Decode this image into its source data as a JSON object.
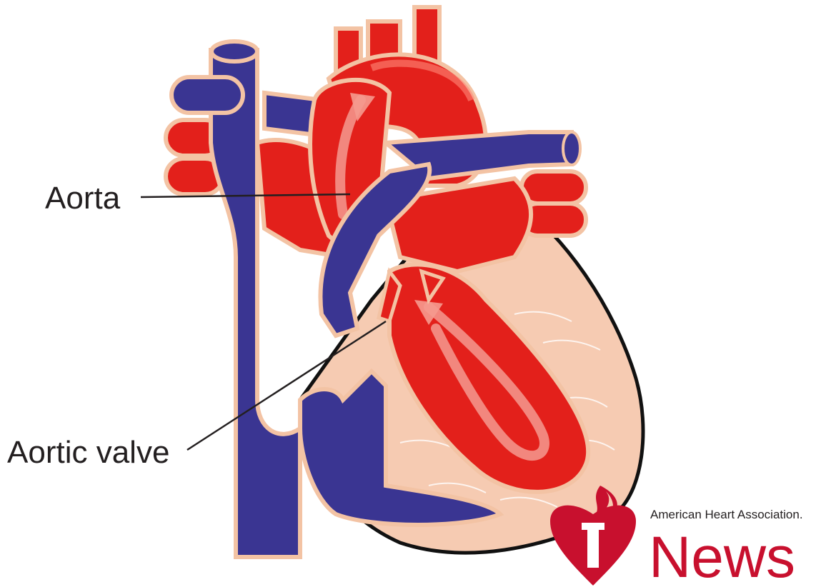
{
  "labels": {
    "aorta": "Aorta",
    "aortic_valve": "Aortic valve"
  },
  "brand": {
    "org_name": "American Heart Association.",
    "product": "News"
  },
  "colors": {
    "oxygenated_blood": "#e3201b",
    "deoxygenated_blood": "#3a3592",
    "vessel_outline": "#f3c3a4",
    "heart_muscle": "#f6cbb2",
    "brand_red": "#c8102e"
  }
}
